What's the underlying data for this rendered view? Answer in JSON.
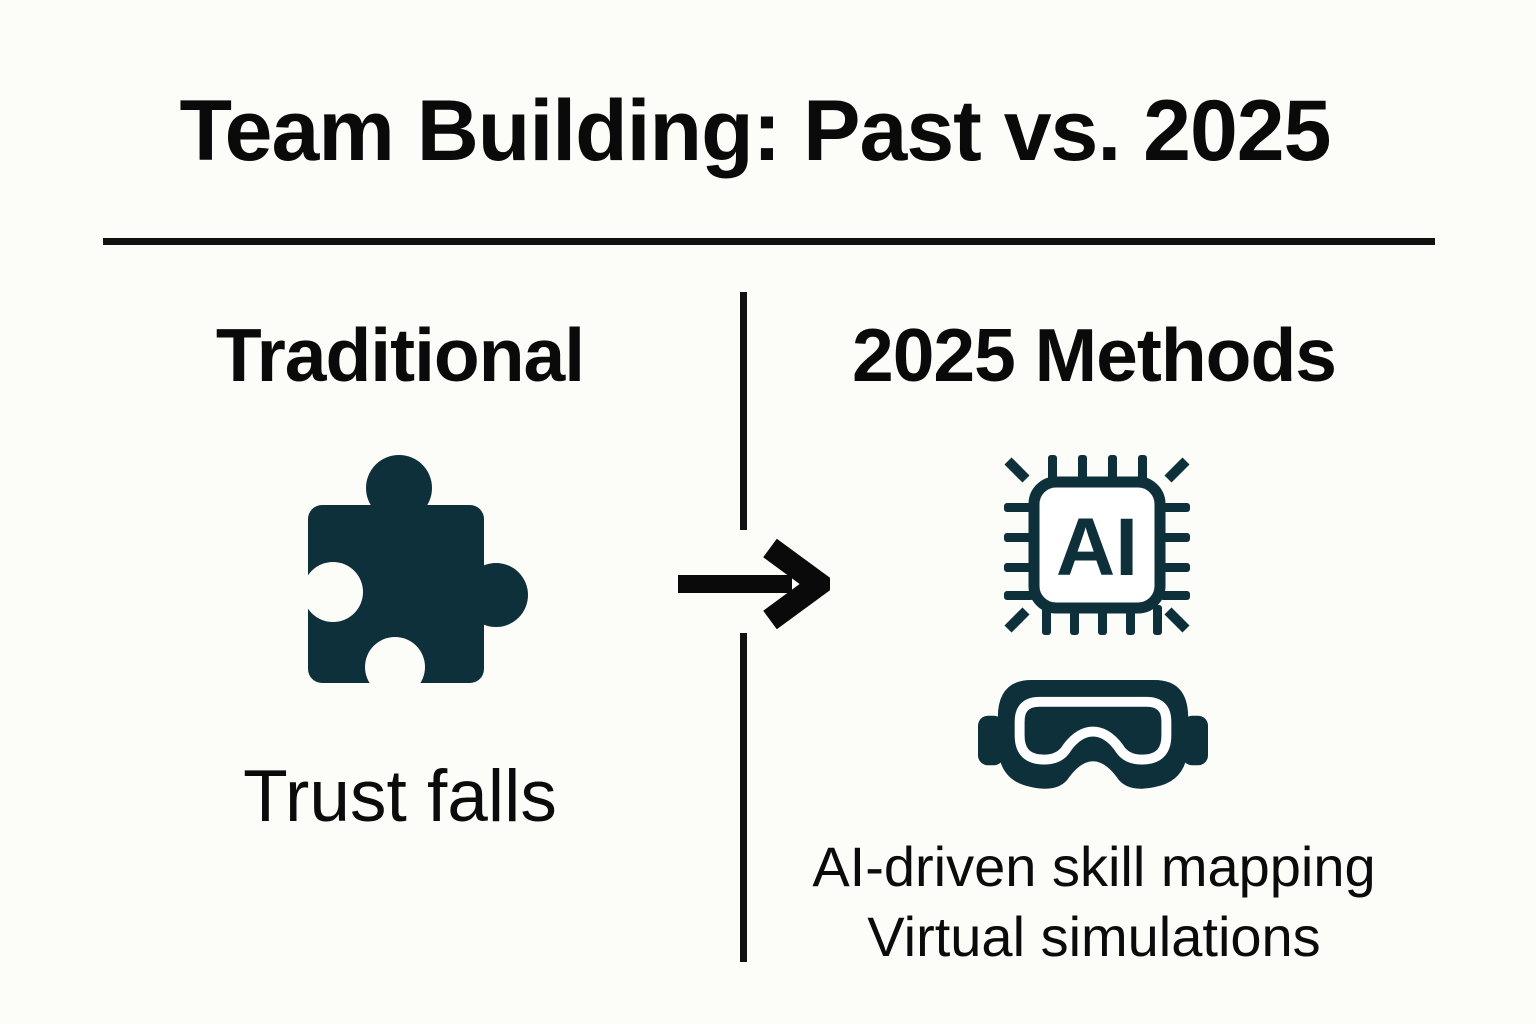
{
  "title": "Team Building: Past vs. 2025",
  "columns": {
    "left": {
      "heading": "Traditional",
      "icon": "puzzle-piece-icon",
      "caption": "Trust falls"
    },
    "right": {
      "heading": "2025 Methods",
      "icons": [
        "ai-chip-icon",
        "vr-goggles-icon"
      ],
      "chip_label": "AI",
      "caption_lines": [
        "AI-driven skill mapping",
        "Virtual simulations"
      ]
    }
  },
  "arrow_icon": "right-arrow-icon",
  "colors": {
    "icon_teal": "#0d303b",
    "text": "#0a0a0a",
    "divider": "#111111",
    "background": "#fcfcf9",
    "goggles_ring": "#ffffff"
  }
}
